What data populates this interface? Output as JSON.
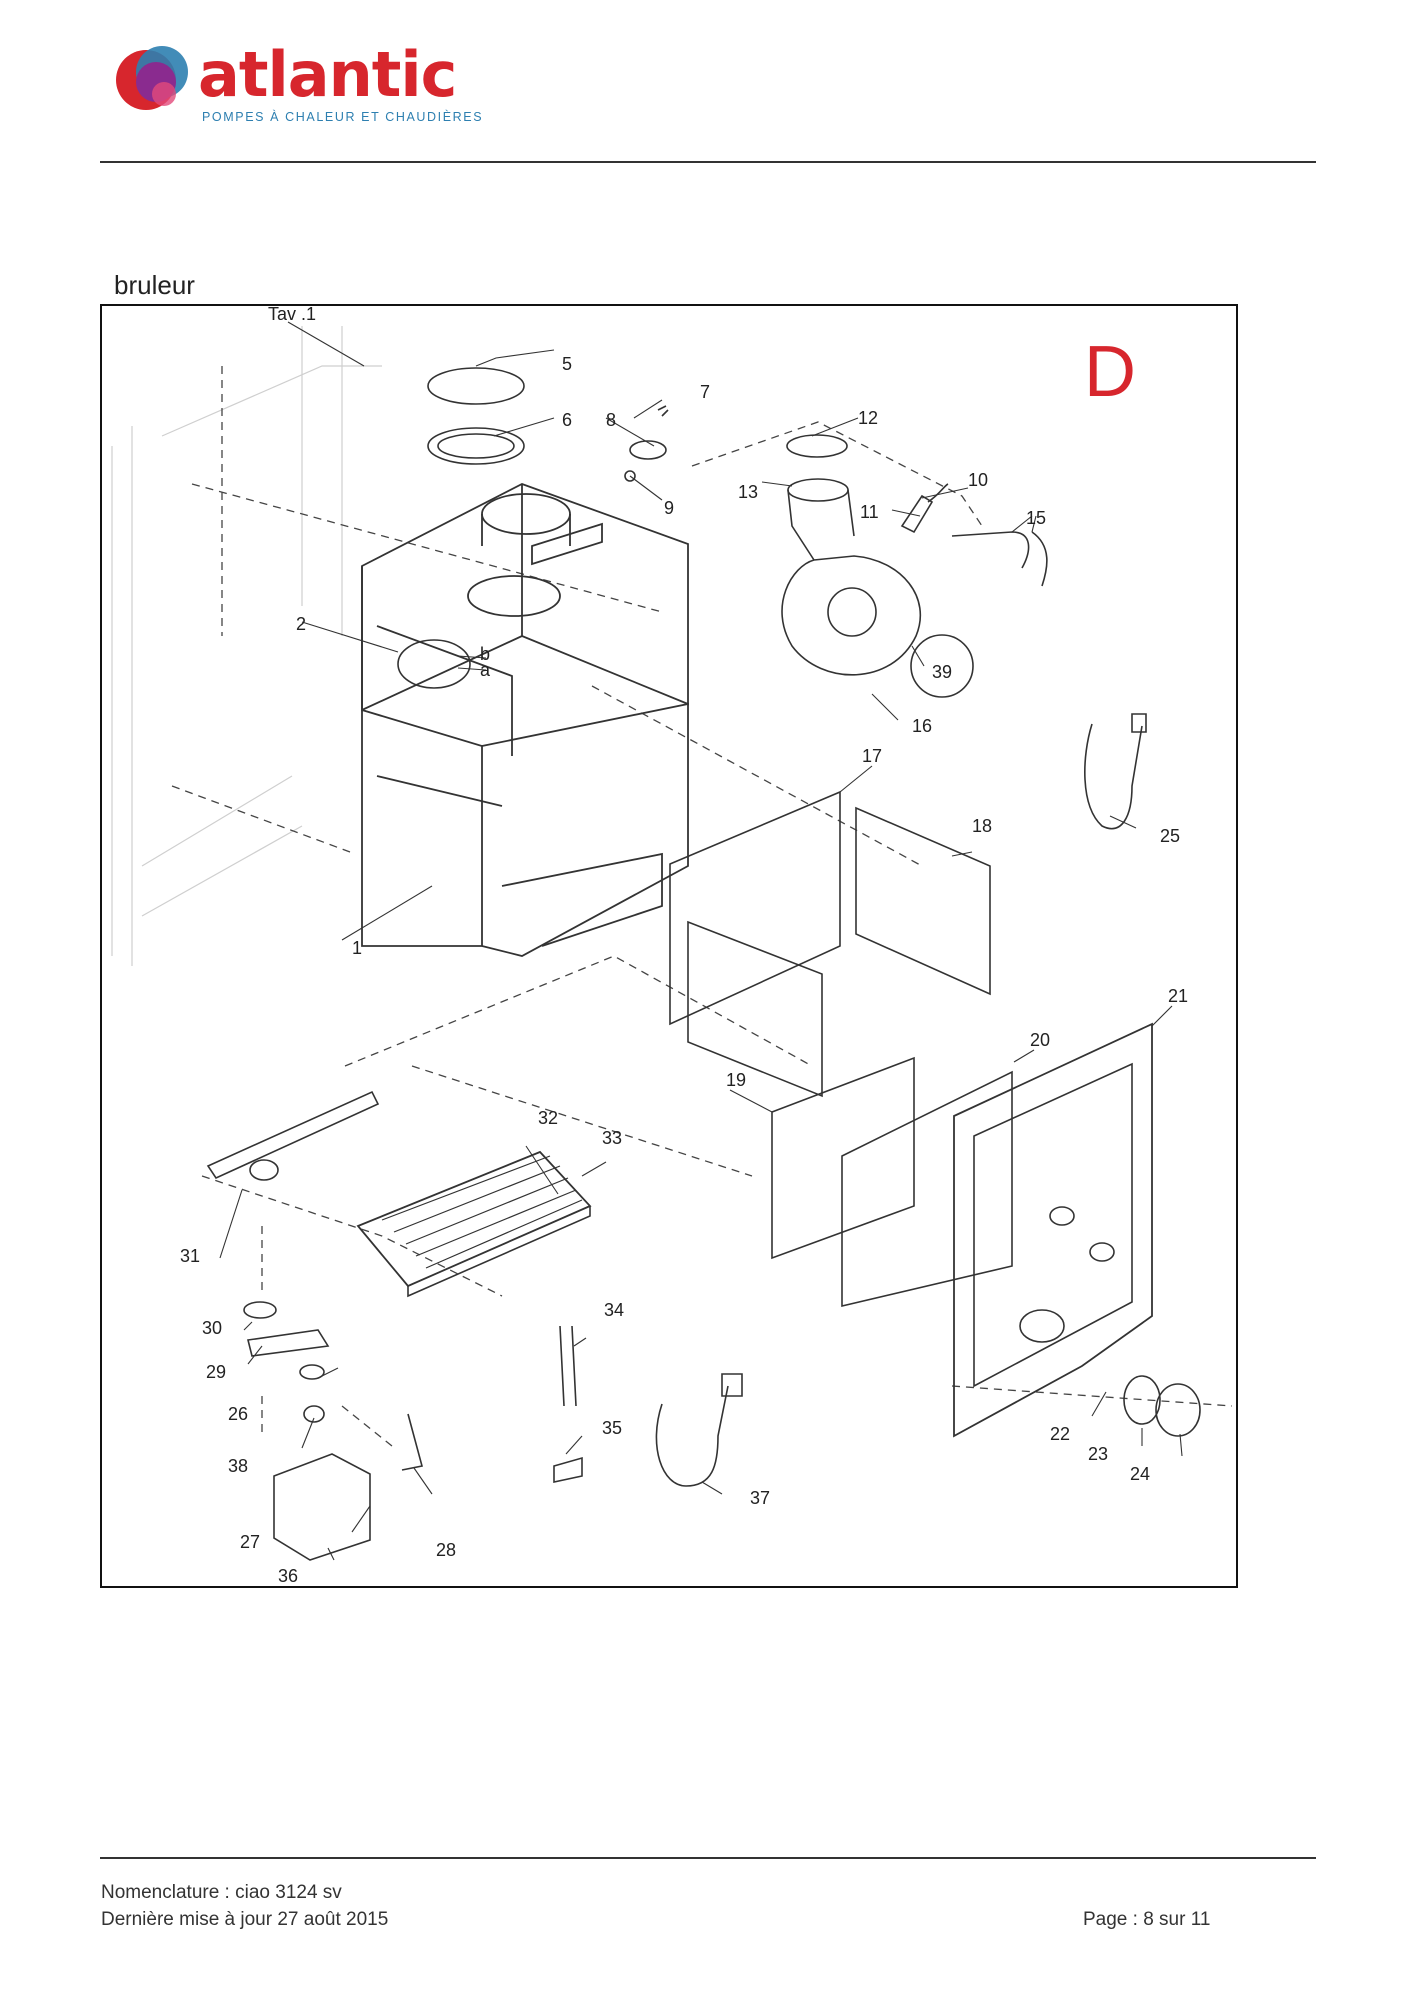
{
  "header": {
    "brand": "atlantic",
    "tagline": "POMPES À CHALEUR ET CHAUDIÈRES"
  },
  "section": {
    "title": "bruleur"
  },
  "diagram": {
    "sheet_letter": "D",
    "reference": "Tav .1",
    "part_labels": [
      "1",
      "2",
      "a",
      "b",
      "5",
      "6",
      "7",
      "8",
      "9",
      "10",
      "11",
      "12",
      "13",
      "15",
      "16",
      "17",
      "18",
      "19",
      "20",
      "21",
      "22",
      "23",
      "24",
      "25",
      "26",
      "27",
      "28",
      "29",
      "30",
      "31",
      "32",
      "33",
      "34",
      "35",
      "36",
      "37",
      "38",
      "39"
    ]
  },
  "footer": {
    "nomenclature": "Nomenclature : ciao 3124 sv",
    "updated": "Dernière mise à jour 27 août 2015",
    "page": "Page : 8 sur 11"
  },
  "colors": {
    "brand_red": "#d7262d",
    "brand_blue": "#2d7fb0",
    "logo_purple": "#8a2b8f"
  }
}
